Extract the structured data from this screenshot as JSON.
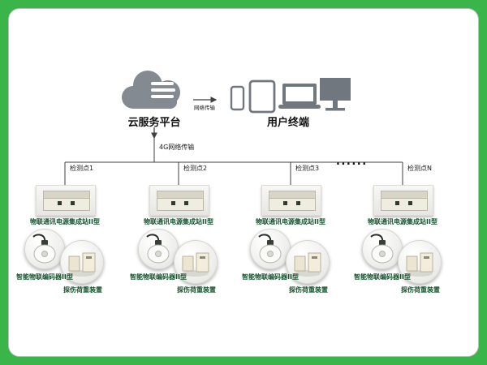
{
  "colors": {
    "background": "#3ab54a",
    "panel": "#ffffff",
    "line": "#3f3f3f",
    "icon_gray": "#7b818a",
    "badge_text": "#14532d"
  },
  "cloud": {
    "label": "云服务平台"
  },
  "terminals": {
    "label": "用户终端"
  },
  "links": {
    "net_label": "网络传输",
    "g4_label": "4G网络传输"
  },
  "ellipsis": "......",
  "stations": [
    {
      "point": "检测点1",
      "device_label": "物联通讯电源集成站II型",
      "encoder_label": "智能物联编码器II型",
      "load_label": "探伤荷重装置"
    },
    {
      "point": "检测点2",
      "device_label": "物联通讯电源集成站II型",
      "encoder_label": "智能物联编码器II型",
      "load_label": "探伤荷重装置"
    },
    {
      "point": "检测点3",
      "device_label": "物联通讯电源集成站II型",
      "encoder_label": "智能物联编码器II型",
      "load_label": "探伤荷重装置"
    },
    {
      "point": "检测点N",
      "device_label": "物联通讯电源集成站II型",
      "encoder_label": "智能物联编码器II型",
      "load_label": "探伤荷重装置"
    }
  ]
}
